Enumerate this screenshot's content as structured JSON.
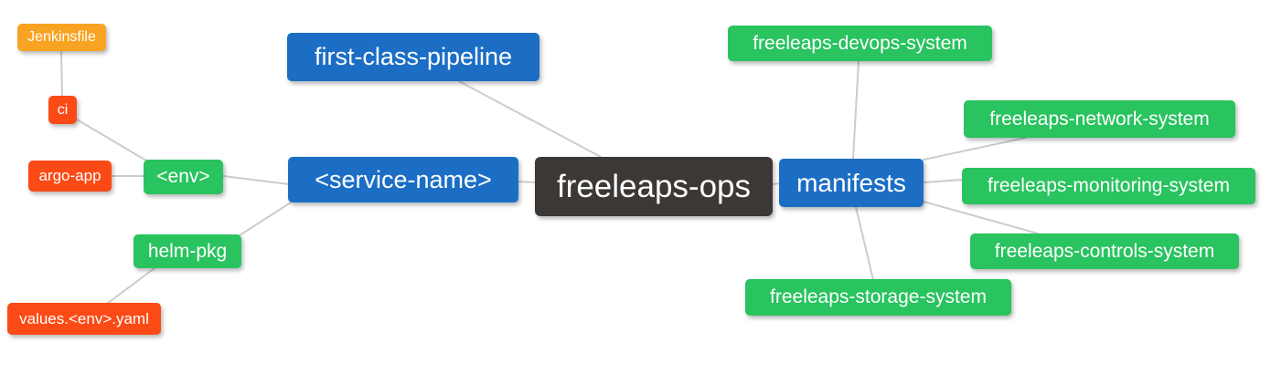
{
  "mindmap": {
    "palette": {
      "root_bg": "#3b3835",
      "branch_bg": "#1c6ec5",
      "level2_bg": "#29c35f",
      "level3_bg": "#fb4a16",
      "level4_bg": "#f8a321",
      "edge": "#cccccc",
      "text": "#ffffff",
      "background": "#ffffff"
    },
    "nodes": {
      "freeleaps_ops": {
        "label": "freeleaps-ops",
        "level": 0,
        "parent": null
      },
      "first_class_pipeline": {
        "label": "first-class-pipeline",
        "level": 1,
        "parent": "freeleaps_ops"
      },
      "service_name": {
        "label": "<service-name>",
        "level": 1,
        "parent": "freeleaps_ops"
      },
      "manifests": {
        "label": "manifests",
        "level": 1,
        "parent": "freeleaps_ops"
      },
      "env": {
        "label": "<env>",
        "level": 2,
        "parent": "service_name"
      },
      "helm_pkg": {
        "label": "helm-pkg",
        "level": 2,
        "parent": "service_name"
      },
      "ci": {
        "label": "ci",
        "level": 3,
        "parent": "env"
      },
      "argo_app": {
        "label": "argo-app",
        "level": 3,
        "parent": "env"
      },
      "jenkinsfile": {
        "label": "Jenkinsfile",
        "level": 4,
        "parent": "ci"
      },
      "values_env_yaml": {
        "label": "values.<env>.yaml",
        "level": 3,
        "parent": "helm_pkg"
      },
      "devops_system": {
        "label": "freeleaps-devops-system",
        "level": 2,
        "parent": "manifests"
      },
      "network_system": {
        "label": "freeleaps-network-system",
        "level": 2,
        "parent": "manifests"
      },
      "monitoring_system": {
        "label": "freeleaps-monitoring-system",
        "level": 2,
        "parent": "manifests"
      },
      "controls_system": {
        "label": "freeleaps-controls-system",
        "level": 2,
        "parent": "manifests"
      },
      "storage_system": {
        "label": "freeleaps-storage-system",
        "level": 2,
        "parent": "manifests"
      }
    }
  }
}
